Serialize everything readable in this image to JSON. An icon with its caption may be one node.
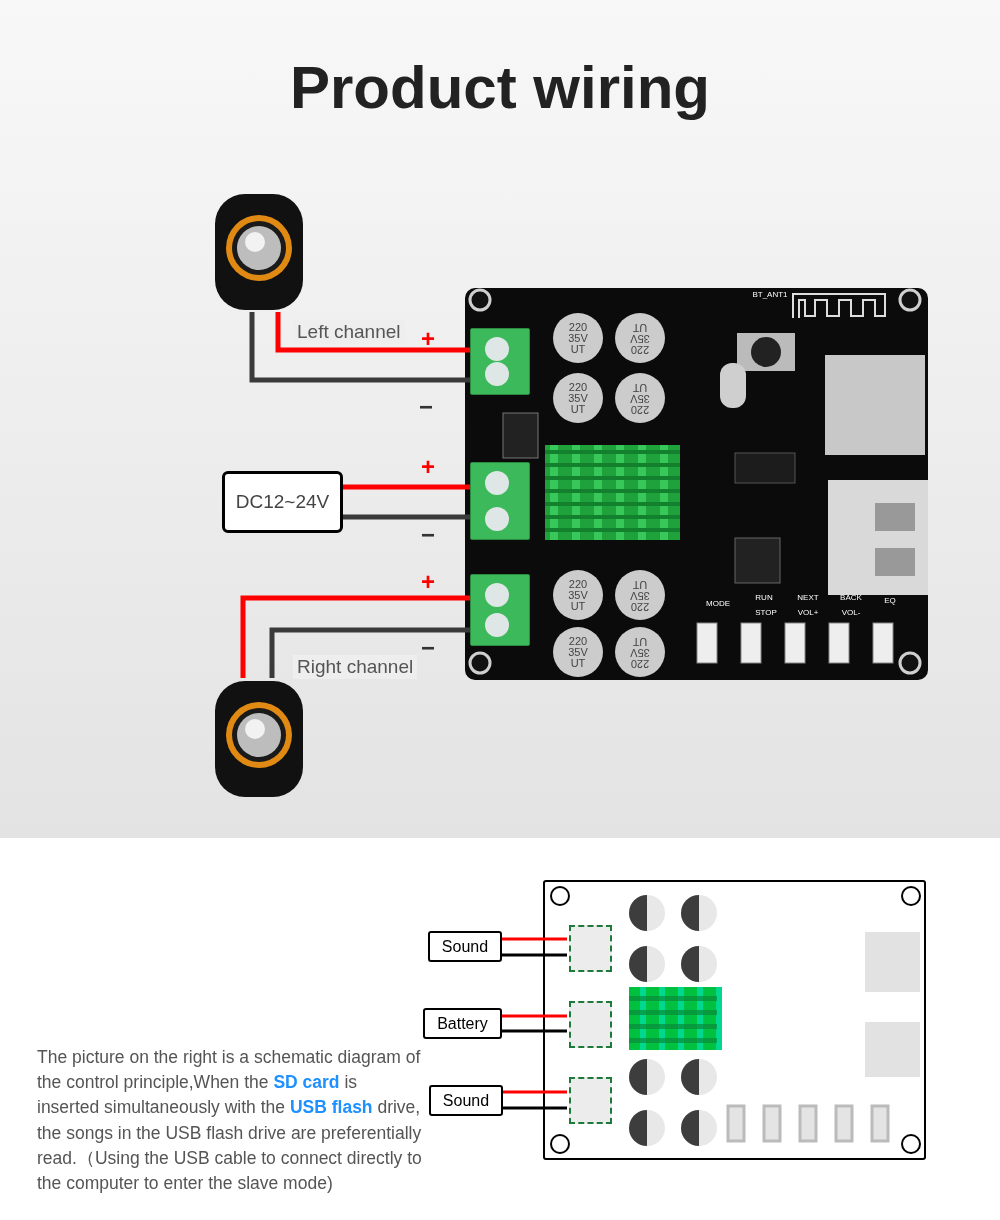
{
  "diagram": {
    "title": "Product wiring",
    "nodes": [
      {
        "text": [],
        "shape": "picture"
      },
      {
        "text": [],
        "shape": "picture"
      },
      {
        "text": [],
        "shape": "box",
        "in": 1
      },
      {
        "text": [],
        "shape": "box",
        "in": 1
      },
      {
        "text": [],
        "shape": "box",
        "in": 1
      },
      {
        "text": [
          "DC12~24V"
        ]
      },
      {
        "text": [],
        "shape": "picture"
      },
      {
        "text": [],
        "shape": "box"
      },
      {
        "text": [],
        "shape": "box",
        "in": 7
      },
      {
        "text": [],
        "shape": "box",
        "in": 7
      },
      {
        "text": [],
        "shape": "box",
        "in": 7
      },
      {
        "text": [
          "Sound"
        ]
      },
      {
        "text": [
          "Battery"
        ]
      },
      {
        "text": [
          "Sound"
        ]
      }
    ],
    "edges": [
      {
        "from": 0,
        "to": 2,
        "arrow": "none",
        "label": "Left channel",
        "color": "#ff0000"
      },
      {
        "from": 0,
        "to": 2,
        "arrow": "none",
        "color": "#3a3a3a"
      },
      {
        "from": 5,
        "to": 3,
        "arrow": "none",
        "color": "#ff0000"
      },
      {
        "from": 5,
        "to": 3,
        "arrow": "none",
        "color": "#3a3a3a"
      },
      {
        "from": 6,
        "to": 4,
        "arrow": "none",
        "color": "#ff0000"
      },
      {
        "from": 6,
        "to": 4,
        "arrow": "none",
        "label": "Right channel",
        "color": "#3a3a3a"
      },
      {
        "from": 11,
        "to": 8,
        "arrow": "none",
        "color": "#ff0000"
      },
      {
        "from": 11,
        "to": 8,
        "arrow": "none",
        "color": "#000000"
      },
      {
        "from": 12,
        "to": 9,
        "arrow": "none",
        "color": "#ff0000"
      },
      {
        "from": 12,
        "to": 9,
        "arrow": "none",
        "color": "#000000"
      },
      {
        "from": 13,
        "to": 10,
        "arrow": "none",
        "color": "#ff0000"
      },
      {
        "from": 13,
        "to": 10,
        "arrow": "none",
        "color": "#000000"
      }
    ],
    "labels": [
      "+",
      "−",
      "+",
      "−",
      "+",
      "−",
      "220 35V UT",
      "220 35V UT",
      "220 35V UT",
      "220 35V UT",
      "220 35V UT",
      "220 35V UT",
      "220 35V UT",
      "220 35V UT",
      "MODE",
      "RUN",
      "STOP",
      "NEXT",
      "VOL+",
      "BACK",
      "VOL-",
      "EQ",
      "BT_ANT1",
      "The picture on the right is a schematic diagram of the control principle,When the **SD card** is inserted simultaneously with the **USB flash** drive, the songs in the USB flash drive are preferentially read.（Using the USB cable to connect directly to the computer to enter the slave mode)"
    ]
  }
}
